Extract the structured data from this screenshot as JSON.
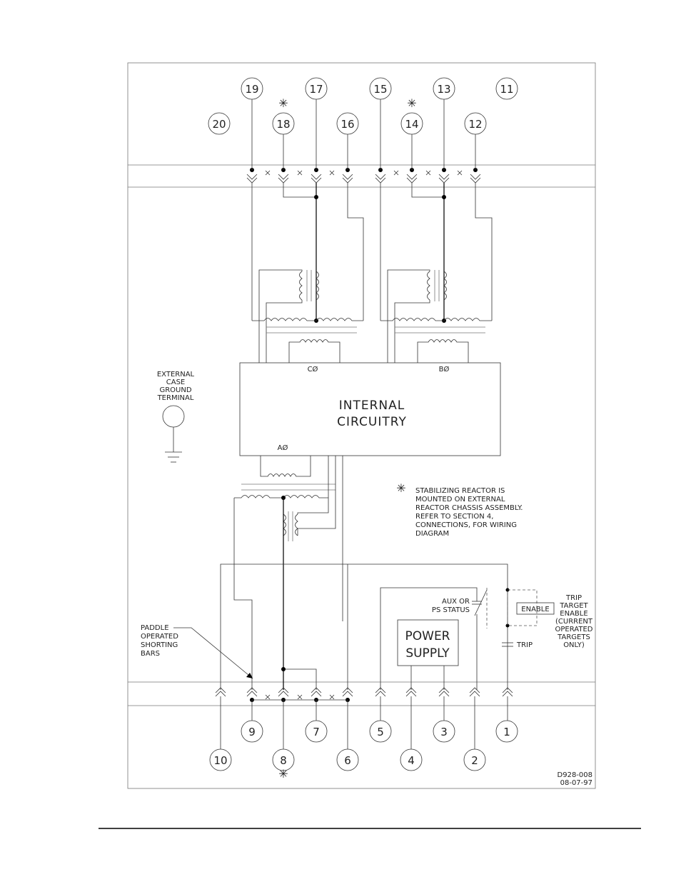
{
  "terminals_top": [
    {
      "number": "19"
    },
    {
      "number": "17"
    },
    {
      "number": "15"
    },
    {
      "number": "13"
    },
    {
      "number": "11"
    },
    {
      "number": "20"
    },
    {
      "number": "18"
    },
    {
      "number": "16"
    },
    {
      "number": "14"
    },
    {
      "number": "12"
    }
  ],
  "terminals_bottom": [
    {
      "number": "9"
    },
    {
      "number": "7"
    },
    {
      "number": "5"
    },
    {
      "number": "3"
    },
    {
      "number": "1"
    },
    {
      "number": "10"
    },
    {
      "number": "8"
    },
    {
      "number": "6"
    },
    {
      "number": "4"
    },
    {
      "number": "2"
    }
  ],
  "internal_circuitry": {
    "line1": "INTERNAL",
    "line2": "CIRCUITRY"
  },
  "phases": {
    "c": "CØ",
    "b": "BØ",
    "a": "AØ"
  },
  "ground": {
    "lines": [
      "EXTERNAL",
      "CASE",
      "GROUND",
      "TERMINAL"
    ]
  },
  "note": {
    "marker": "✳",
    "lines": [
      "STABILIZING REACTOR IS",
      "MOUNTED ON EXTERNAL",
      "REACTOR CHASSIS ASSEMBLY.",
      "REFER TO SECTION 4,",
      "CONNECTIONS, FOR WIRING",
      "DIAGRAM"
    ]
  },
  "aux": {
    "lines": [
      "AUX OR",
      "PS STATUS"
    ]
  },
  "power_supply": {
    "line1": "POWER",
    "line2": "SUPPLY"
  },
  "enable": {
    "label": "ENABLE"
  },
  "trip_target": {
    "lines": [
      "TRIP",
      "TARGET",
      "ENABLE",
      "(CURRENT",
      "OPERATED",
      "TARGETS",
      "ONLY)"
    ]
  },
  "trip_label": "TRIP",
  "paddle": {
    "lines": [
      "PADDLE",
      "OPERATED",
      "SHORTING",
      "BARS"
    ]
  },
  "star_marks": {
    "t18": "✳",
    "t14": "✳",
    "t8": "✳"
  },
  "drawing_id": {
    "number": "D928-008",
    "date": "08-07-97"
  }
}
